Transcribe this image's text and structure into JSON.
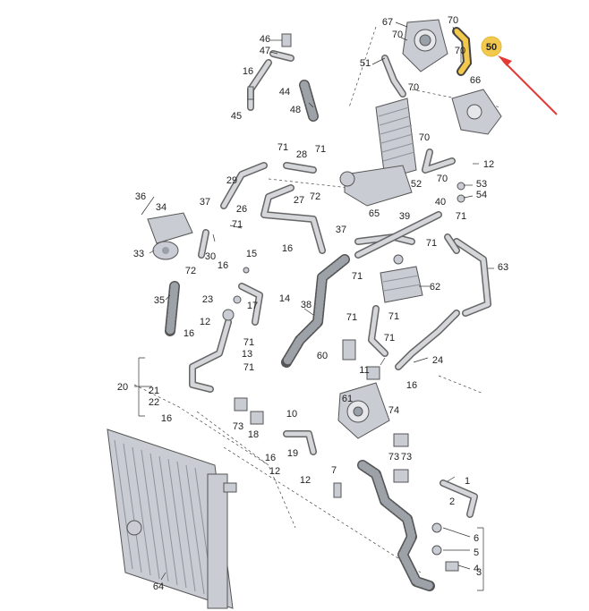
{
  "labels": [
    {
      "t": "67"
    },
    {
      "t": "70"
    },
    {
      "t": "70"
    },
    {
      "t": "50",
      "highlight": true
    },
    {
      "t": "70"
    },
    {
      "t": "51"
    },
    {
      "t": "46"
    },
    {
      "t": "47"
    },
    {
      "t": "16"
    },
    {
      "t": "44"
    },
    {
      "t": "45"
    },
    {
      "t": "48"
    },
    {
      "t": "70"
    },
    {
      "t": "66"
    },
    {
      "t": "70"
    },
    {
      "t": "12"
    },
    {
      "t": "70"
    },
    {
      "t": "53"
    },
    {
      "t": "54"
    },
    {
      "t": "52"
    },
    {
      "t": "71"
    },
    {
      "t": "28"
    },
    {
      "t": "71"
    },
    {
      "t": "29"
    },
    {
      "t": "72"
    },
    {
      "t": "26"
    },
    {
      "t": "27"
    },
    {
      "t": "71"
    },
    {
      "t": "36"
    },
    {
      "t": "37"
    },
    {
      "t": "34"
    },
    {
      "t": "33"
    },
    {
      "t": "72"
    },
    {
      "t": "30"
    },
    {
      "t": "35"
    },
    {
      "t": "65"
    },
    {
      "t": "39"
    },
    {
      "t": "40"
    },
    {
      "t": "37"
    },
    {
      "t": "16"
    },
    {
      "t": "71"
    },
    {
      "t": "71"
    },
    {
      "t": "71"
    },
    {
      "t": "63"
    },
    {
      "t": "15"
    },
    {
      "t": "16"
    },
    {
      "t": "23"
    },
    {
      "t": "14"
    },
    {
      "t": "62"
    },
    {
      "t": "12"
    },
    {
      "t": "16"
    },
    {
      "t": "17"
    },
    {
      "t": "71"
    },
    {
      "t": "13"
    },
    {
      "t": "71"
    },
    {
      "t": "38"
    },
    {
      "t": "71"
    },
    {
      "t": "71"
    },
    {
      "t": "71"
    },
    {
      "t": "60"
    },
    {
      "t": "24"
    },
    {
      "t": "11"
    },
    {
      "t": "16"
    },
    {
      "t": "20"
    },
    {
      "t": "21"
    },
    {
      "t": "22"
    },
    {
      "t": "16"
    },
    {
      "t": "73"
    },
    {
      "t": "61"
    },
    {
      "t": "74"
    },
    {
      "t": "73"
    },
    {
      "t": "18"
    },
    {
      "t": "10"
    },
    {
      "t": "19"
    },
    {
      "t": "16"
    },
    {
      "t": "12"
    },
    {
      "t": "73"
    },
    {
      "t": "7"
    },
    {
      "t": "12"
    },
    {
      "t": "1"
    },
    {
      "t": "2"
    },
    {
      "t": "6"
    },
    {
      "t": "5"
    },
    {
      "t": "3"
    },
    {
      "t": "4"
    },
    {
      "t": "64"
    }
  ],
  "colors": {
    "highlight": "#f2c94c",
    "arrow": "#e53935",
    "part": "#c9ccd2"
  }
}
